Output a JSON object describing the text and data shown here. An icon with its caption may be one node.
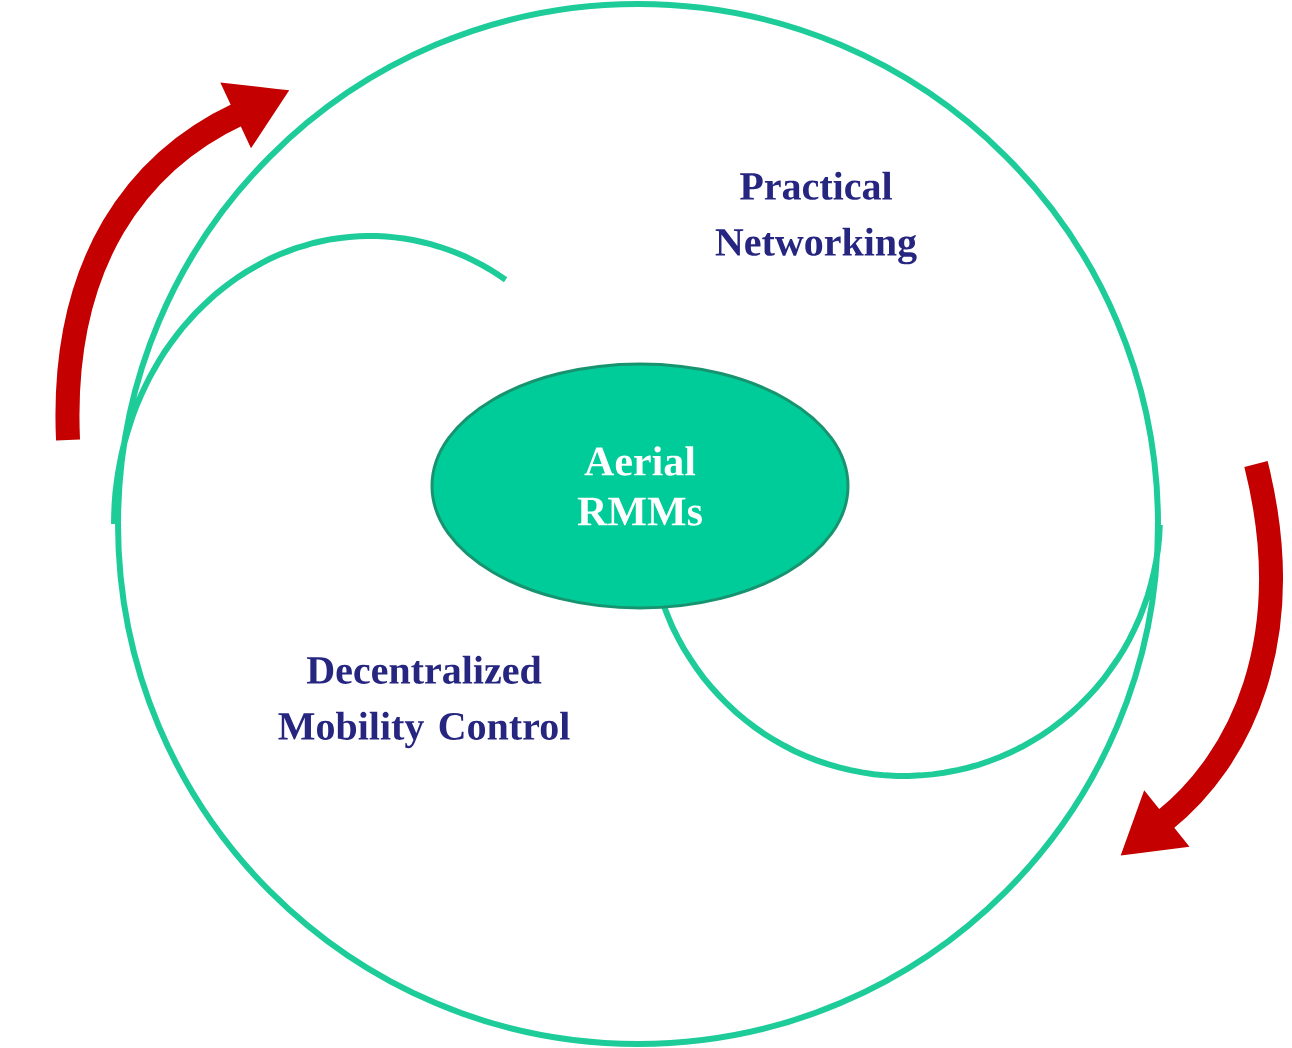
{
  "diagram": {
    "nodes": [
      {
        "text": [
          "Aerial RMMs"
        ]
      }
    ],
    "labels": [
      "Practical Networking",
      "Decentralized Mobility Control"
    ]
  }
}
